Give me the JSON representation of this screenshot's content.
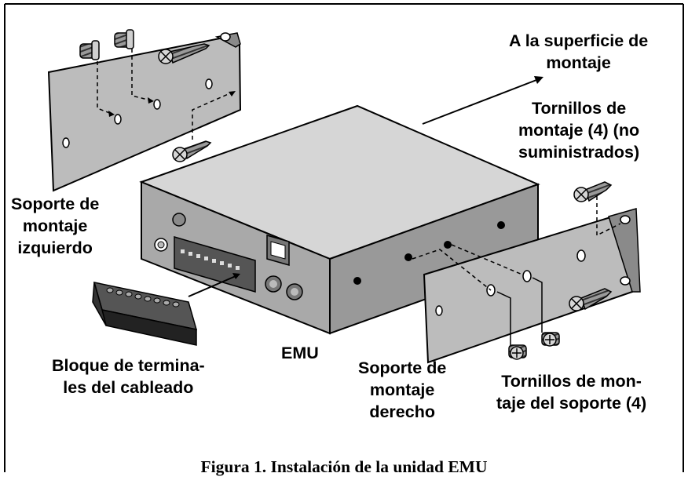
{
  "labels": {
    "surface": [
      "A la superficie de",
      "montaje"
    ],
    "mount_screws": [
      "Tornillos de",
      "montaje (4) (no",
      "suministrados)"
    ],
    "left_bracket": [
      "Soporte de",
      "montaje",
      "izquierdo"
    ],
    "terminal_block": [
      "Bloque de termina-",
      "les del cableado"
    ],
    "emu": "EMU",
    "right_bracket": [
      "Soporte de",
      "montaje",
      "derecho"
    ],
    "bracket_screws": [
      "Tornillos de mon-",
      "taje del soporte (4)"
    ]
  },
  "caption": "Figura 1. Instalación de la unidad EMU"
}
